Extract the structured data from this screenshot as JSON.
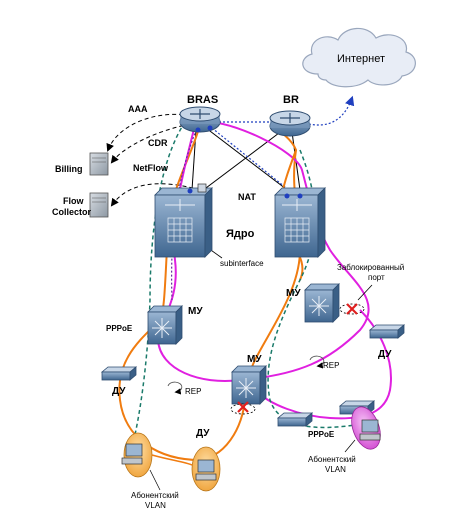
{
  "labels": {
    "internet": "Интернет",
    "bras": "BRAS",
    "br": "BR",
    "aaa": "AAA",
    "cdr": "CDR",
    "netflow": "NetFlow",
    "billing": "Billing",
    "flow_collector_1": "Flow",
    "flow_collector_2": "Collector",
    "nat": "NAT",
    "core": "Ядро",
    "subinterface": "subinterface",
    "blocked_port_1": "Заблокированный",
    "blocked_port_2": "порт",
    "mu_left": "МУ",
    "mu_right": "МУ",
    "mu_bottom": "МУ",
    "pppoe_left": "PPPoE",
    "pppoe_right": "PPPoE",
    "du_left": "ДУ",
    "du_bottom": "ДУ",
    "du_right": "ДУ",
    "rep_left": "REP",
    "rep_right": "REP",
    "vlan_left_1": "Абонентский",
    "vlan_left_2": "VLAN",
    "vlan_right_1": "Абонентский",
    "vlan_right_2": "VLAN"
  },
  "colors": {
    "ring_magenta": "#e020e0",
    "ring_orange": "#f07c10",
    "pppoe_teal": "#1a7a6a",
    "dotted_blue": "#1f3fbf",
    "blocked_x": "#e02020",
    "cloud": "#dfe6f3",
    "device_blue": "#5f86b0"
  },
  "icons": {
    "internet": "cloud-icon",
    "bras": "router-icon",
    "br": "router-icon",
    "billing": "server-icon",
    "flow_collector": "server-icon",
    "core": "layer3-switch-icon",
    "mu": "switch-icon",
    "du": "access-switch-icon",
    "subscriber": "pc-icon"
  }
}
